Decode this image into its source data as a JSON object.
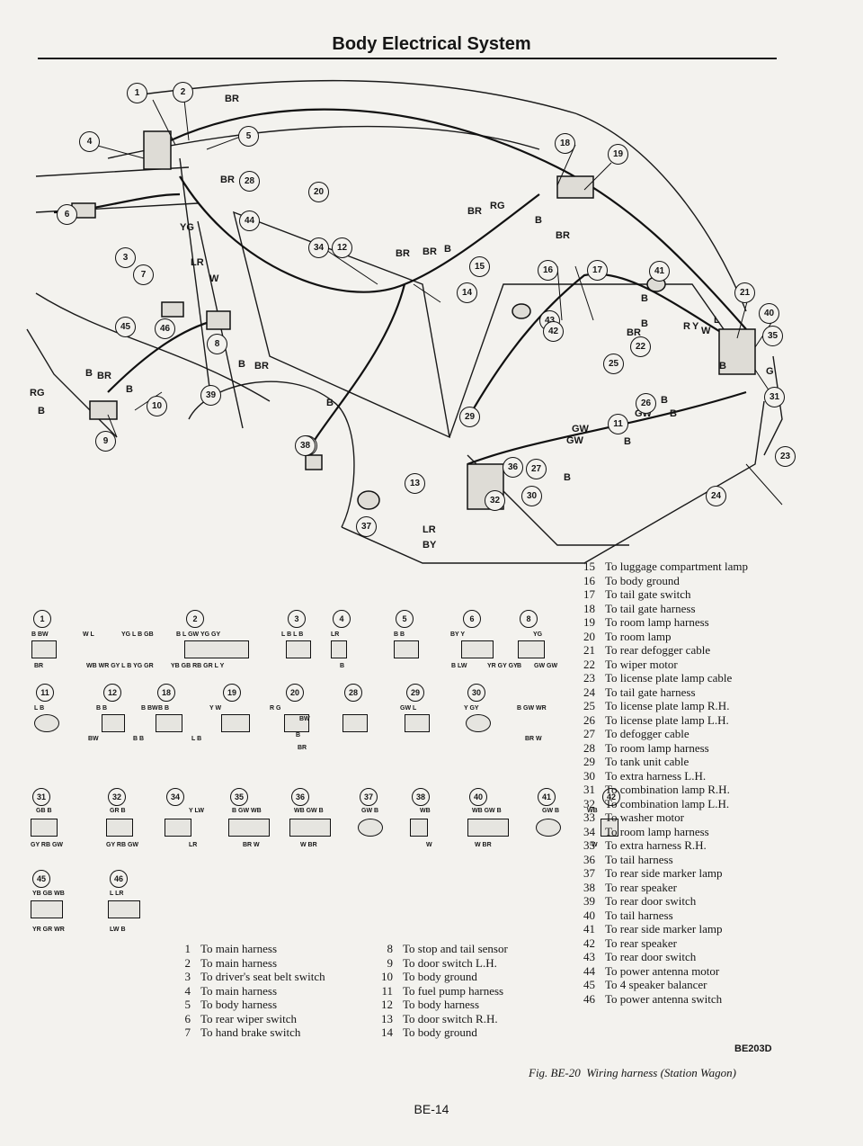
{
  "header": {
    "title": "Body Electrical System"
  },
  "diagram": {
    "wire_labels": [
      "BR",
      "BR",
      "YG",
      "LR",
      "W",
      "B",
      "BR",
      "B",
      "BR",
      "RG",
      "B",
      "B",
      "B",
      "BR",
      "BR",
      "B",
      "BR",
      "RG",
      "B",
      "BR",
      "B",
      "B",
      "BR",
      "R",
      "Y",
      "W",
      "L",
      "B",
      "G",
      "B",
      "GW",
      "B",
      "GW",
      "GW",
      "B",
      "B",
      "LR",
      "BY"
    ],
    "callouts": [
      "1",
      "2",
      "4",
      "5",
      "6",
      "28",
      "44",
      "20",
      "3",
      "7",
      "45",
      "46",
      "8",
      "39",
      "10",
      "9",
      "34",
      "12",
      "15",
      "14",
      "16",
      "17",
      "18",
      "19",
      "41",
      "21",
      "40",
      "35",
      "31",
      "23",
      "24",
      "43",
      "42",
      "22",
      "25",
      "26",
      "11",
      "13",
      "29",
      "36",
      "27",
      "30",
      "32",
      "33",
      "37",
      "38"
    ]
  },
  "connectors": {
    "row1": [
      "1",
      "2",
      "3",
      "4",
      "5",
      "6",
      "8"
    ],
    "row2": [
      "11",
      "12",
      "18",
      "19",
      "20",
      "28",
      "29",
      "30"
    ],
    "row3": [
      "31",
      "32",
      "34",
      "35",
      "36",
      "37",
      "38",
      "40",
      "41",
      "42"
    ],
    "row4": [
      "45",
      "46"
    ],
    "codes": [
      "B BW",
      "BR",
      "W L",
      "YG L B GB",
      "WB WR GY L B YG GR",
      "B L GW YG GY",
      "YB GB RB GR L Y",
      "L B L B",
      "LR",
      "B",
      "B B",
      "BY Y",
      "B LW",
      "B",
      "YG",
      "YR GY GY",
      "GW GW",
      "L B",
      "B B",
      "B BW",
      "B B",
      "Y W",
      "R G",
      "BW",
      "B",
      "BR",
      "GW L",
      "Y GY",
      "B GW WR",
      "BR W",
      "BW",
      "B B",
      "L B",
      "GB B",
      "GY RB GW",
      "GR B",
      "GY RB GW",
      "Y LW",
      "LR",
      "B GW WB",
      "BR W",
      "WB GW B",
      "W BR",
      "GW B",
      "WB",
      "W",
      "WB GW B",
      "W BR",
      "GW B",
      "WB",
      "W",
      "YB GB WB",
      "YR GR WR",
      "L LR",
      "LW B"
    ]
  },
  "legend_left_a": [
    {
      "n": "1",
      "text": "To main harness"
    },
    {
      "n": "2",
      "text": "To main harness"
    },
    {
      "n": "3",
      "text": "To driver's seat belt switch"
    },
    {
      "n": "4",
      "text": "To main harness"
    },
    {
      "n": "5",
      "text": "To body harness"
    },
    {
      "n": "6",
      "text": "To rear wiper switch"
    },
    {
      "n": "7",
      "text": "To hand brake switch"
    }
  ],
  "legend_left_b": [
    {
      "n": "8",
      "text": "To stop and tail sensor"
    },
    {
      "n": "9",
      "text": "To door switch L.H."
    },
    {
      "n": "10",
      "text": "To body ground"
    },
    {
      "n": "11",
      "text": "To fuel pump harness"
    },
    {
      "n": "12",
      "text": "To body harness"
    },
    {
      "n": "13",
      "text": "To door switch R.H."
    },
    {
      "n": "14",
      "text": "To body ground"
    }
  ],
  "legend_right": [
    {
      "n": "15",
      "text": "To luggage compartment lamp"
    },
    {
      "n": "16",
      "text": "To body ground"
    },
    {
      "n": "17",
      "text": "To tail gate switch"
    },
    {
      "n": "18",
      "text": "To tail gate harness"
    },
    {
      "n": "19",
      "text": "To room lamp harness"
    },
    {
      "n": "20",
      "text": "To room lamp"
    },
    {
      "n": "21",
      "text": "To rear defogger cable"
    },
    {
      "n": "22",
      "text": "To wiper motor"
    },
    {
      "n": "23",
      "text": "To license plate lamp cable"
    },
    {
      "n": "24",
      "text": "To tail gate harness"
    },
    {
      "n": "25",
      "text": "To license plate lamp R.H."
    },
    {
      "n": "26",
      "text": "To license plate lamp L.H."
    },
    {
      "n": "27",
      "text": "To defogger cable"
    },
    {
      "n": "28",
      "text": "To room lamp harness"
    },
    {
      "n": "29",
      "text": "To tank unit cable"
    },
    {
      "n": "30",
      "text": "To extra harness L.H."
    },
    {
      "n": "31",
      "text": "To combination lamp R.H."
    },
    {
      "n": "32",
      "text": "To combination lamp L.H."
    },
    {
      "n": "33",
      "text": "To washer motor"
    },
    {
      "n": "34",
      "text": "To room lamp harness"
    },
    {
      "n": "35",
      "text": "To extra harness R.H."
    },
    {
      "n": "36",
      "text": "To tail harness"
    },
    {
      "n": "37",
      "text": "To rear side marker lamp"
    },
    {
      "n": "38",
      "text": "To rear speaker"
    },
    {
      "n": "39",
      "text": "To rear door switch"
    },
    {
      "n": "40",
      "text": "To tail harness"
    },
    {
      "n": "41",
      "text": "To rear side marker lamp"
    },
    {
      "n": "42",
      "text": "To rear speaker"
    },
    {
      "n": "43",
      "text": "To rear door switch"
    },
    {
      "n": "44",
      "text": "To power antenna motor"
    },
    {
      "n": "45",
      "text": "To 4 speaker balancer"
    },
    {
      "n": "46",
      "text": "To power antenna switch"
    }
  ],
  "figure": {
    "code": "BE203D",
    "fig_label": "Fig. BE-20",
    "caption": "Wiring harness (Station Wagon)"
  },
  "footer": {
    "page_number": "BE-14"
  }
}
